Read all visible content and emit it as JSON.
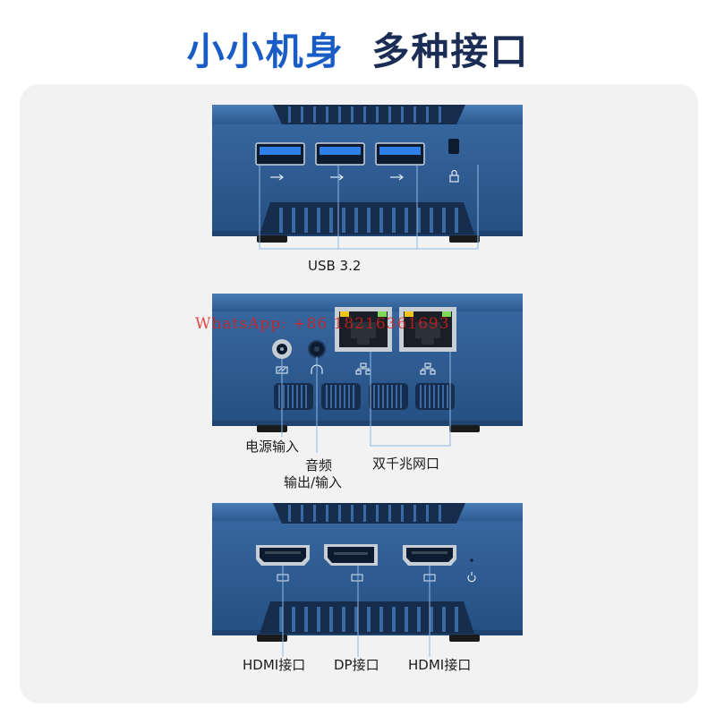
{
  "header": {
    "title_part1": "小小机身",
    "title_part2": "多种接口"
  },
  "labels": {
    "usb": "USB 3.2",
    "power": "电源输入",
    "audio_line1": "音频",
    "audio_line2": "输出/输入",
    "lan": "双千兆网口",
    "hdmi_left": "HDMI接口",
    "dp": "DP接口",
    "hdmi_right": "HDMI接口"
  },
  "watermark": "WhatsApp: +86   18216361693",
  "colors": {
    "title_accent": "#1a5cc6",
    "title_dark": "#1b2d55",
    "device_body": "#2f5f96",
    "panel_bg": "#f2f2f3",
    "leader_line": "#8fb8e6"
  },
  "icons": [
    "usb-superspeed-icon",
    "kensington-lock-icon",
    "dc-power-icon",
    "headphone-icon",
    "network-icon",
    "hdmi-icon",
    "displayport-icon",
    "power-button-icon"
  ]
}
